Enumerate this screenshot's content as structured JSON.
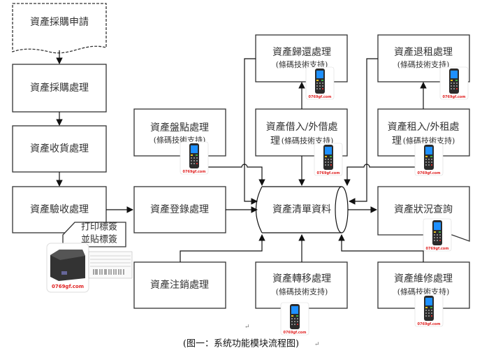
{
  "nodes": {
    "purchase_request": "資產採購申請",
    "purchase": "資產採購處理",
    "receiving": "資產收貨處理",
    "acceptance": "資產驗收處理",
    "inventory": "資產盤點處理",
    "registration": "資產登錄處理",
    "writeoff": "資產注銷處理",
    "return": "資產歸還處理",
    "lend_line1": "資產借入/外借處",
    "lend_line2": "理",
    "asset_list": "資產清單資料",
    "transfer": "資產轉移處理",
    "lease_return": "資產退租處理",
    "lease_line1": "資產租入/外租處",
    "lease_line2": "理",
    "status_query": "資產狀況查詢",
    "maintenance": "資產維修處理"
  },
  "barcode_note": "(條碼技術支持)",
  "callout": {
    "line1": "打印標簽",
    "line2": "並貼標簽"
  },
  "watermark": "0769gf.com",
  "caption": "(图一：系统功能模块流程图)",
  "paragraph_mark": "↵",
  "colors": {
    "line": "#111111",
    "box_border": "#333333",
    "screen": "#1e90ff",
    "watermark": "#e02020"
  }
}
